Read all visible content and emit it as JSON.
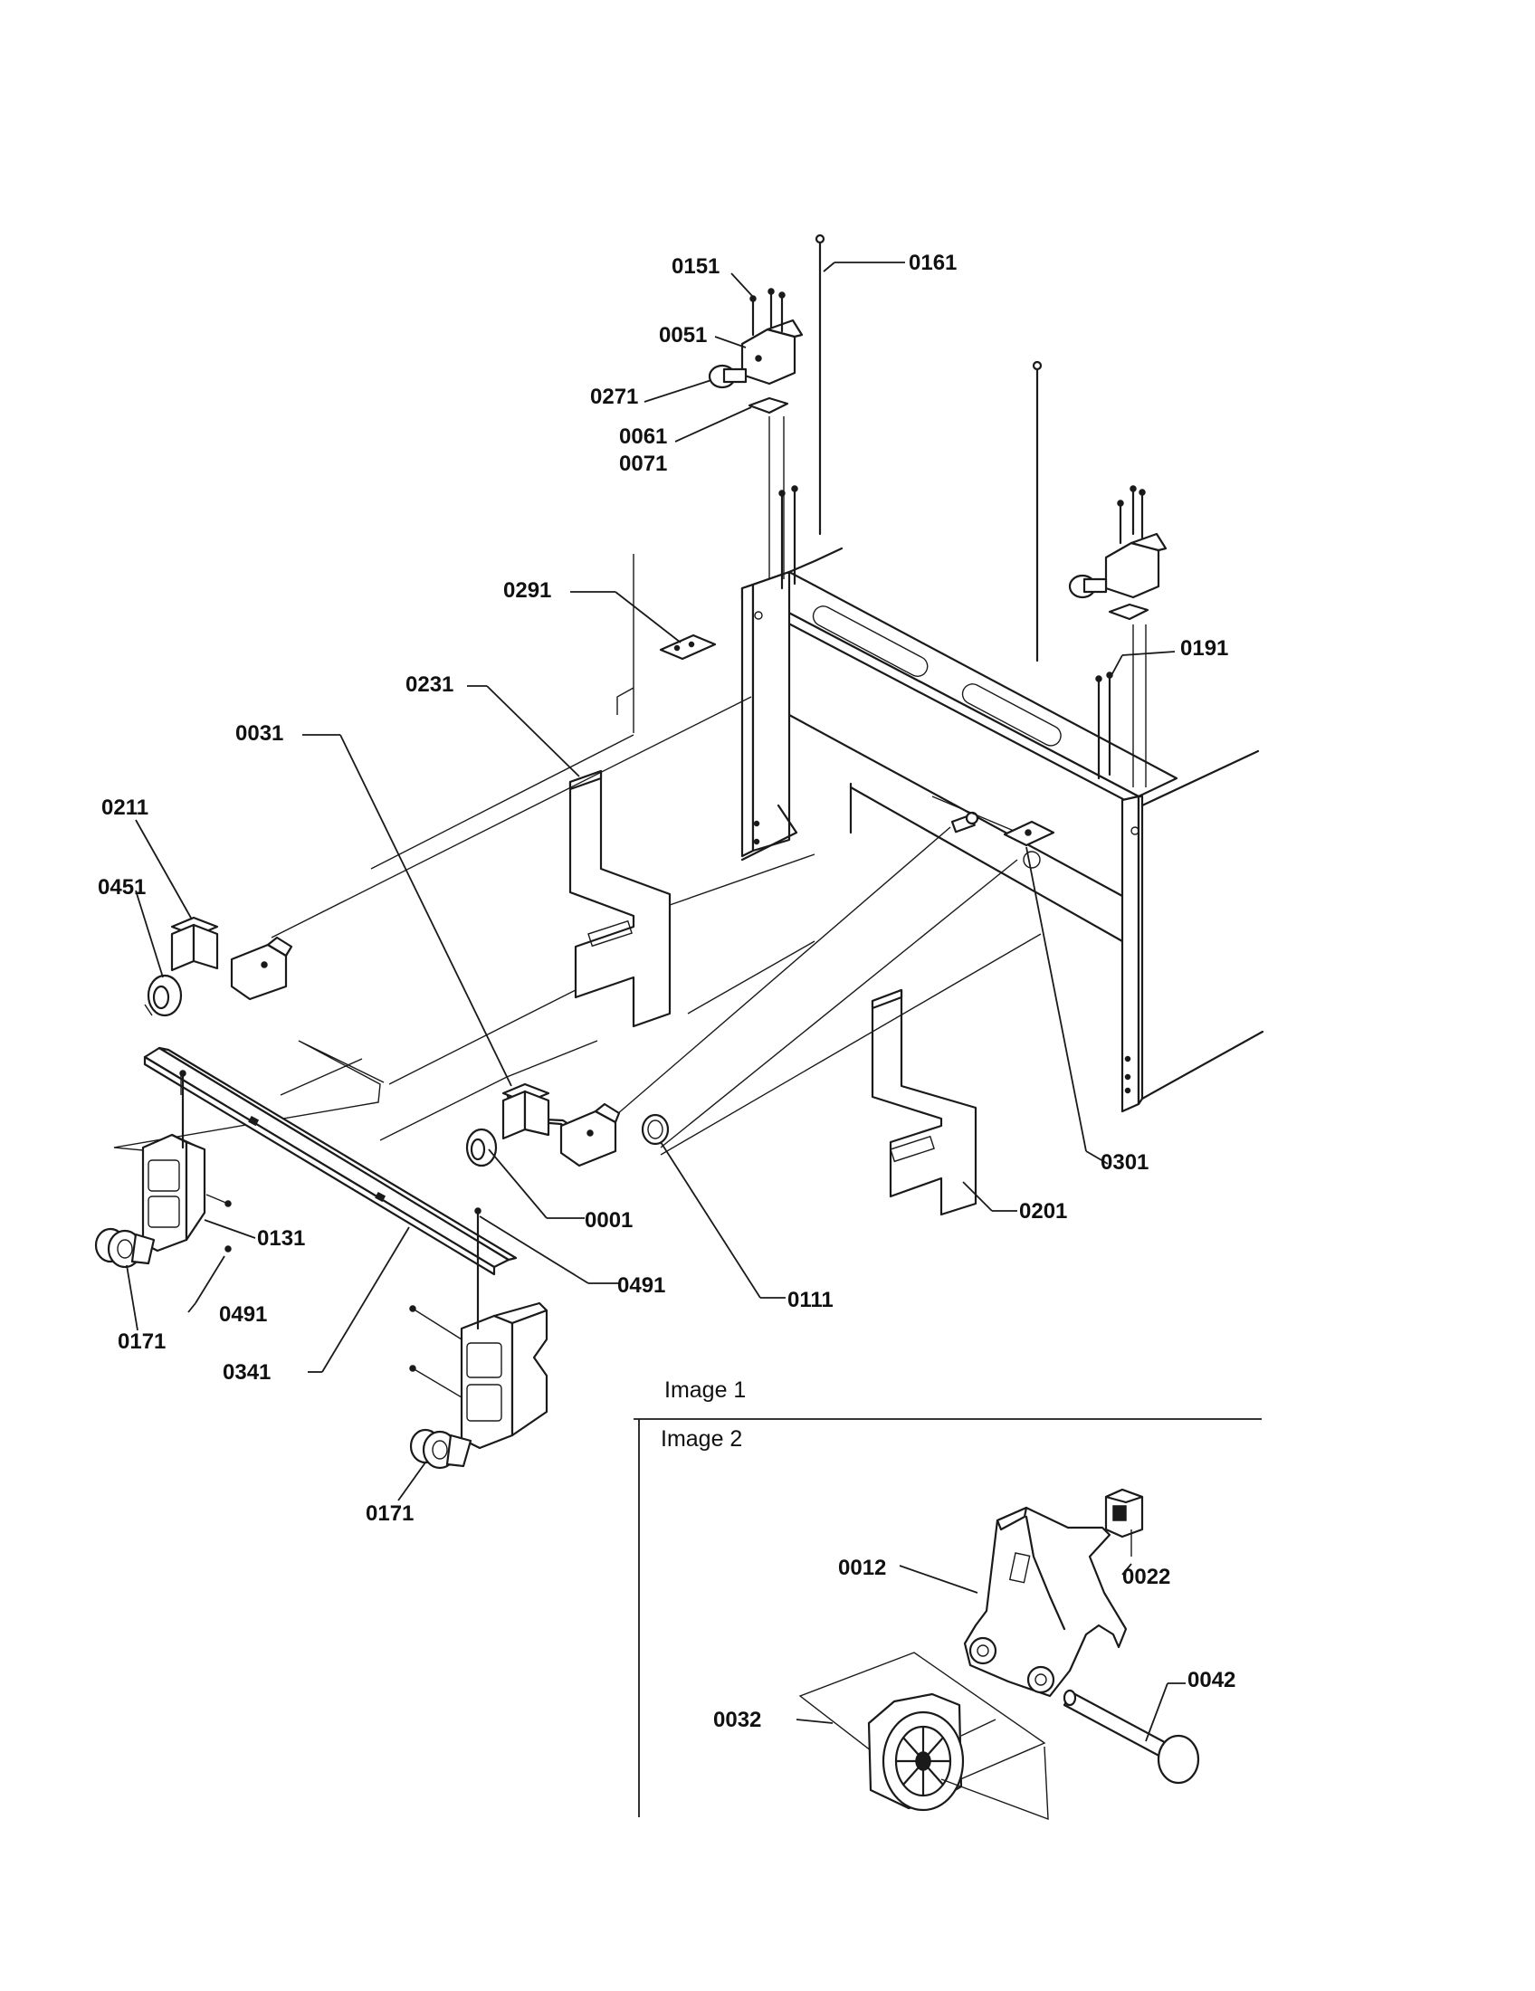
{
  "callouts": {
    "c0151": "0151",
    "c0161": "0161",
    "c0051": "0051",
    "c0271": "0271",
    "c0061": "0061",
    "c0071": "0071",
    "c0291": "0291",
    "c0191": "0191",
    "c0231": "0231",
    "c0031": "0031",
    "c0211": "0211",
    "c0451": "0451",
    "c0131": "0131",
    "c0491a": "0491",
    "c0491b": "0491",
    "c0171a": "0171",
    "c0171b": "0171",
    "c0341": "0341",
    "c0001": "0001",
    "c0111": "0111",
    "c0201": "0201",
    "c0301": "0301",
    "c0012": "0012",
    "c0022": "0022",
    "c0042": "0042",
    "c0032": "0032"
  },
  "insets": {
    "image1": "Image 1",
    "image2": "Image 2"
  }
}
